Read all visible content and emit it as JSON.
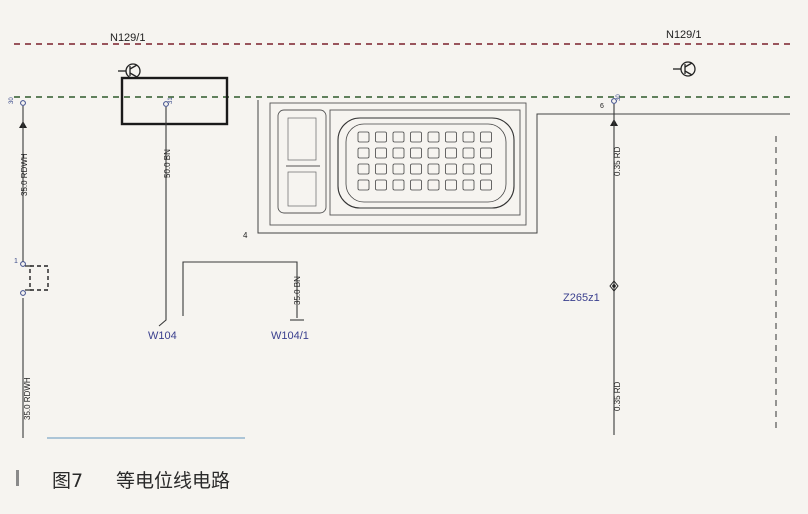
{
  "diagram": {
    "components": {
      "left": "N129/1",
      "right": "N129/1"
    },
    "pins": {
      "left_top": "30",
      "box": "31",
      "right_top": "30",
      "right_pin_num": "6",
      "connector_pin": "4",
      "left_sw_pin": "1"
    },
    "wires": {
      "left_upper": "35.0 RDWH",
      "left_lower": "35.0 RDWH",
      "box_wire": "50.0 BN",
      "branch_wire": "35.0 BN",
      "right_upper": "0.35 RD",
      "right_lower": "0.35 RD"
    },
    "grounds": {
      "w104": "W104",
      "w104_1": "W104/1"
    },
    "splice": "Z265z1"
  },
  "caption": {
    "figure": "图7",
    "title": "等电位线电路"
  }
}
